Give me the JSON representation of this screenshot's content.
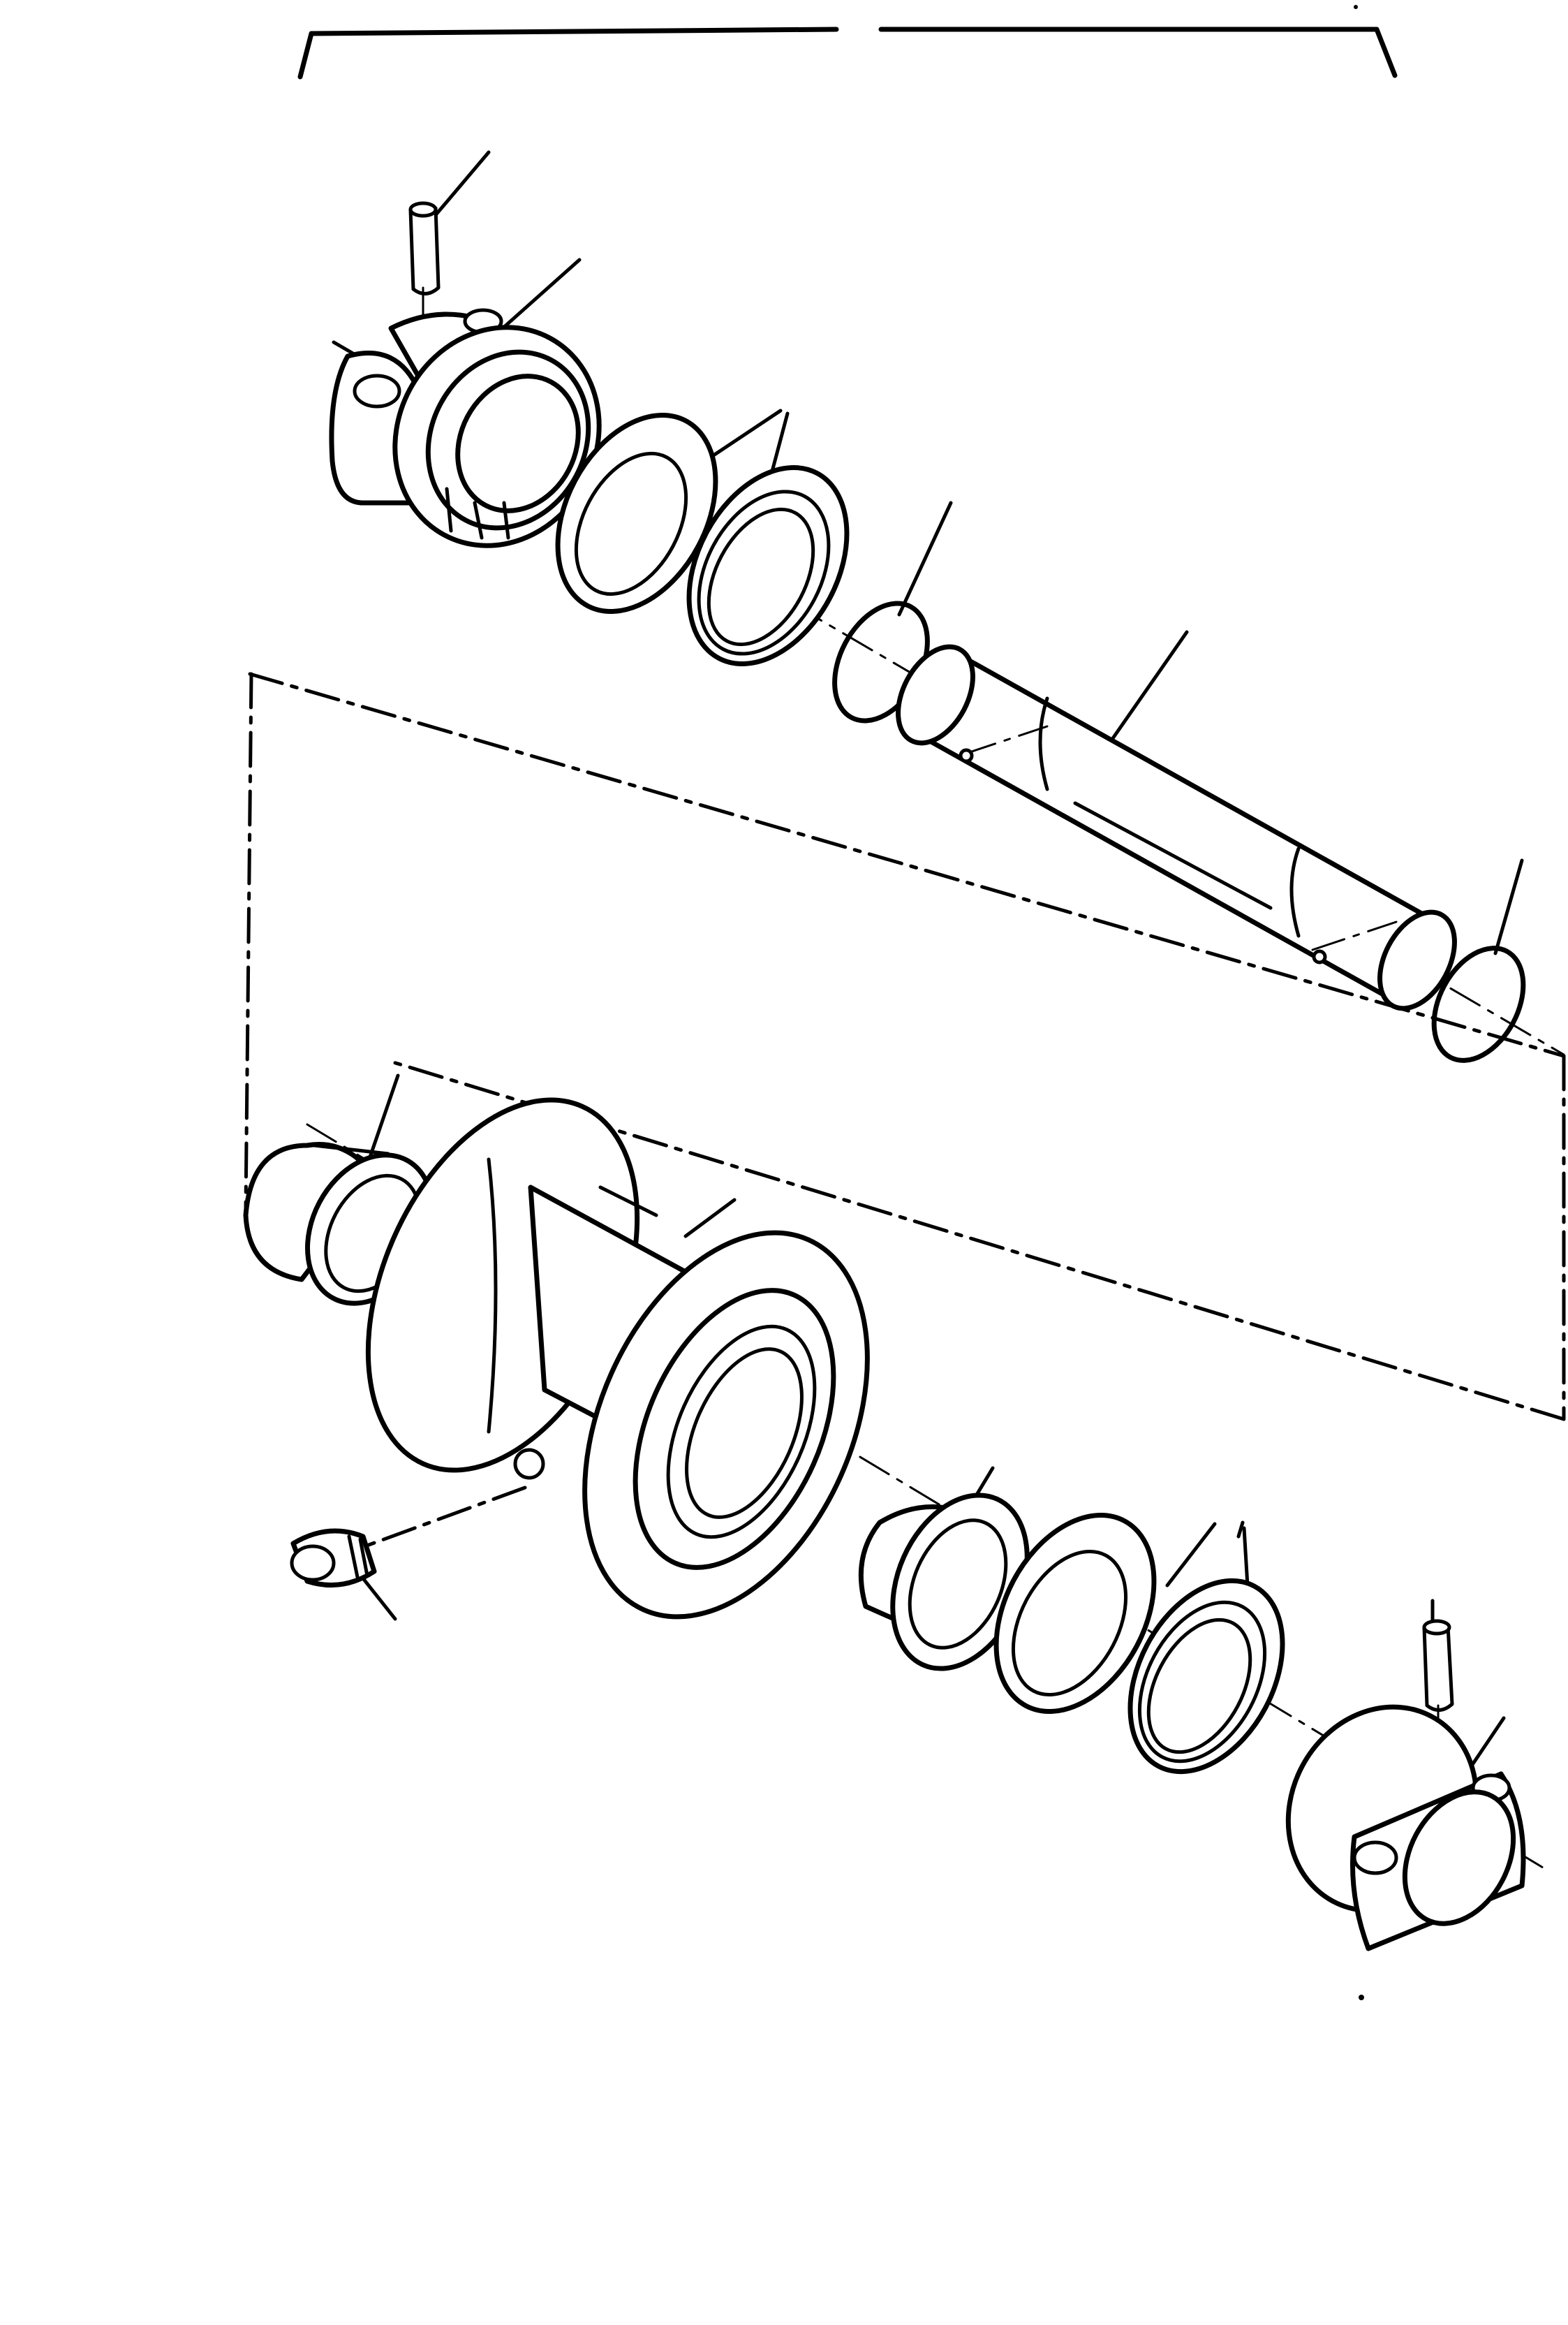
{
  "figure": {
    "kind": "exploded-parts-drawing",
    "subject": "track-roller-assembly",
    "parts": [
      {
        "id": "roll-pin-upper",
        "icon": "roll-pin-icon"
      },
      {
        "id": "end-collar-upper",
        "icon": "end-collar-icon"
      },
      {
        "id": "bearing-upper",
        "icon": "bearing-icon"
      },
      {
        "id": "thrust-washer-upper",
        "icon": "washer-icon"
      },
      {
        "id": "seal-upper",
        "icon": "seal-icon"
      },
      {
        "id": "o-ring-upper",
        "icon": "o-ring-icon"
      },
      {
        "id": "shaft",
        "icon": "shaft-icon"
      },
      {
        "id": "o-ring-lower",
        "icon": "o-ring-icon"
      },
      {
        "id": "bushing-left",
        "icon": "bushing-icon"
      },
      {
        "id": "roller-body",
        "icon": "roller-icon"
      },
      {
        "id": "plug",
        "icon": "plug-icon"
      },
      {
        "id": "bushing-right",
        "icon": "bushing-icon"
      },
      {
        "id": "thrust-washer-lower",
        "icon": "washer-icon"
      },
      {
        "id": "seal-lower",
        "icon": "seal-icon"
      },
      {
        "id": "roll-pin-lower",
        "icon": "roll-pin-icon"
      },
      {
        "id": "end-collar-lower",
        "icon": "end-collar-icon"
      }
    ],
    "callout_numbers_visible": false
  }
}
